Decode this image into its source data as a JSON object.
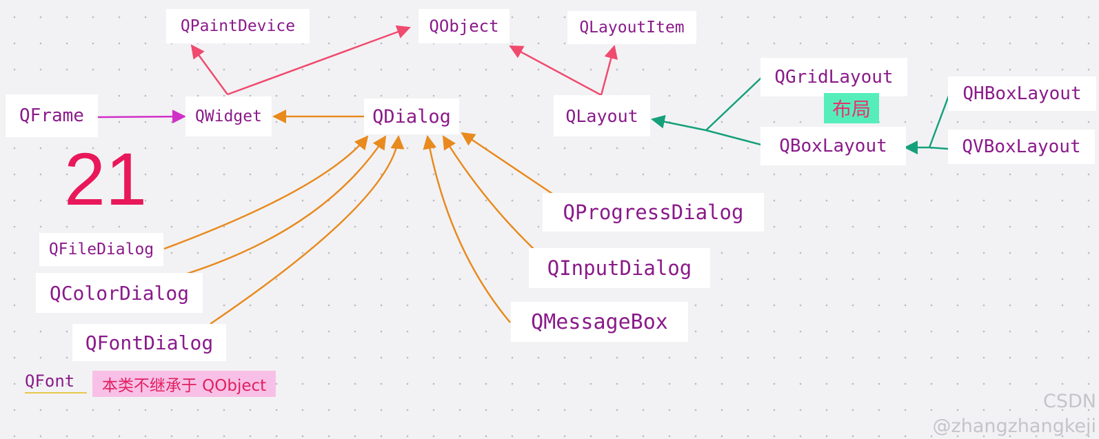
{
  "nodes": {
    "qpaintdevice": "QPaintDevice",
    "qobject": "QObject",
    "qlayoutitem": "QLayoutItem",
    "qframe": "QFrame",
    "qwidget": "QWidget",
    "qdialog": "QDialog",
    "qlayout": "QLayout",
    "qgridlayout": "QGridLayout",
    "qboxlayout": "QBoxLayout",
    "qhboxlayout": "QHBoxLayout",
    "qvboxlayout": "QVBoxLayout",
    "qprogressdialog": "QProgressDialog",
    "qinputdialog": "QInputDialog",
    "qmessagebox": "QMessageBox",
    "qfiledialog": "QFileDialog",
    "qcolordialog": "QColorDialog",
    "qfontdialog": "QFontDialog",
    "qfont": "QFont"
  },
  "annotations": {
    "count": "21",
    "layout_tag": "布局",
    "qfont_note": "本类不继承于 QObject"
  },
  "watermark": "CSDN @zhangzhangkeji",
  "colors": {
    "widget_edges": "#f04a6e",
    "frame_edge": "#d030c8",
    "dialog_edges": "#e88a1e",
    "layout_edges": "#14a07a",
    "node_text": "#8a1a8a",
    "count_text": "#e8185a"
  }
}
